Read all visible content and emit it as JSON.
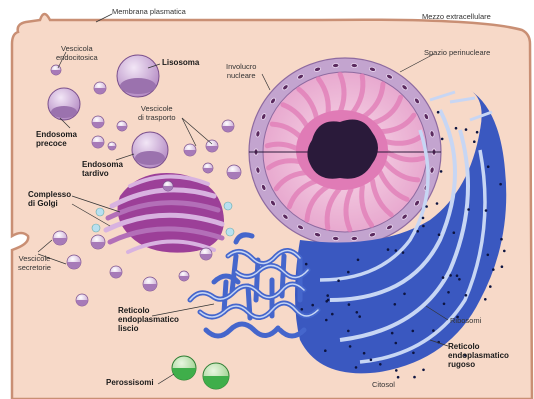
{
  "labels": {
    "membrana_plasmatica": "Membrana plasmatica",
    "mezzo_extracellulare": "Mezzo extracellulare",
    "vescicola_endocitosica": [
      "Vescicola",
      "endocitosica"
    ],
    "lisosoma": "Lisosoma",
    "involucro_nucleare": [
      "Involucro",
      "nucleare"
    ],
    "spazio_perinucleare": "Spazio perinucleare",
    "vescicole_di_trasporto": [
      "Vescicole",
      "di trasporto"
    ],
    "endosoma_precoce": [
      "Endosoma",
      "precoce"
    ],
    "endosoma_tardivo": [
      "Endosoma",
      "tardivo"
    ],
    "complesso_di_golgi": [
      "Complesso",
      "di Golgi"
    ],
    "vescicole_secretorie": [
      "Vescicole",
      "secretorie"
    ],
    "reticolo_liscio": [
      "Reticolo",
      "endoplasmatico",
      "liscio"
    ],
    "ribosomi": "Ribosomi",
    "reticolo_rugoso": [
      "Reticolo",
      "endoplasmatico",
      "rugoso"
    ],
    "perossisomi": "Perossisomi",
    "citosol": "Citosol"
  },
  "colors": {
    "cytoplasm": "#f7d9c8",
    "membrane": "#c98f74",
    "nucleus_envelope": "#c3a4cf",
    "nucleoplasm": "#f2c8de",
    "chromatin": "#e07bb6",
    "nucleolus": "#2a1a3a",
    "golgi": "#9c3f98",
    "lysosome": "#b88fc6",
    "rough_er": "#3a58c0",
    "smooth_er": "#4566cc",
    "peroxisome": "#3fae4a",
    "label_line": "#333333"
  }
}
